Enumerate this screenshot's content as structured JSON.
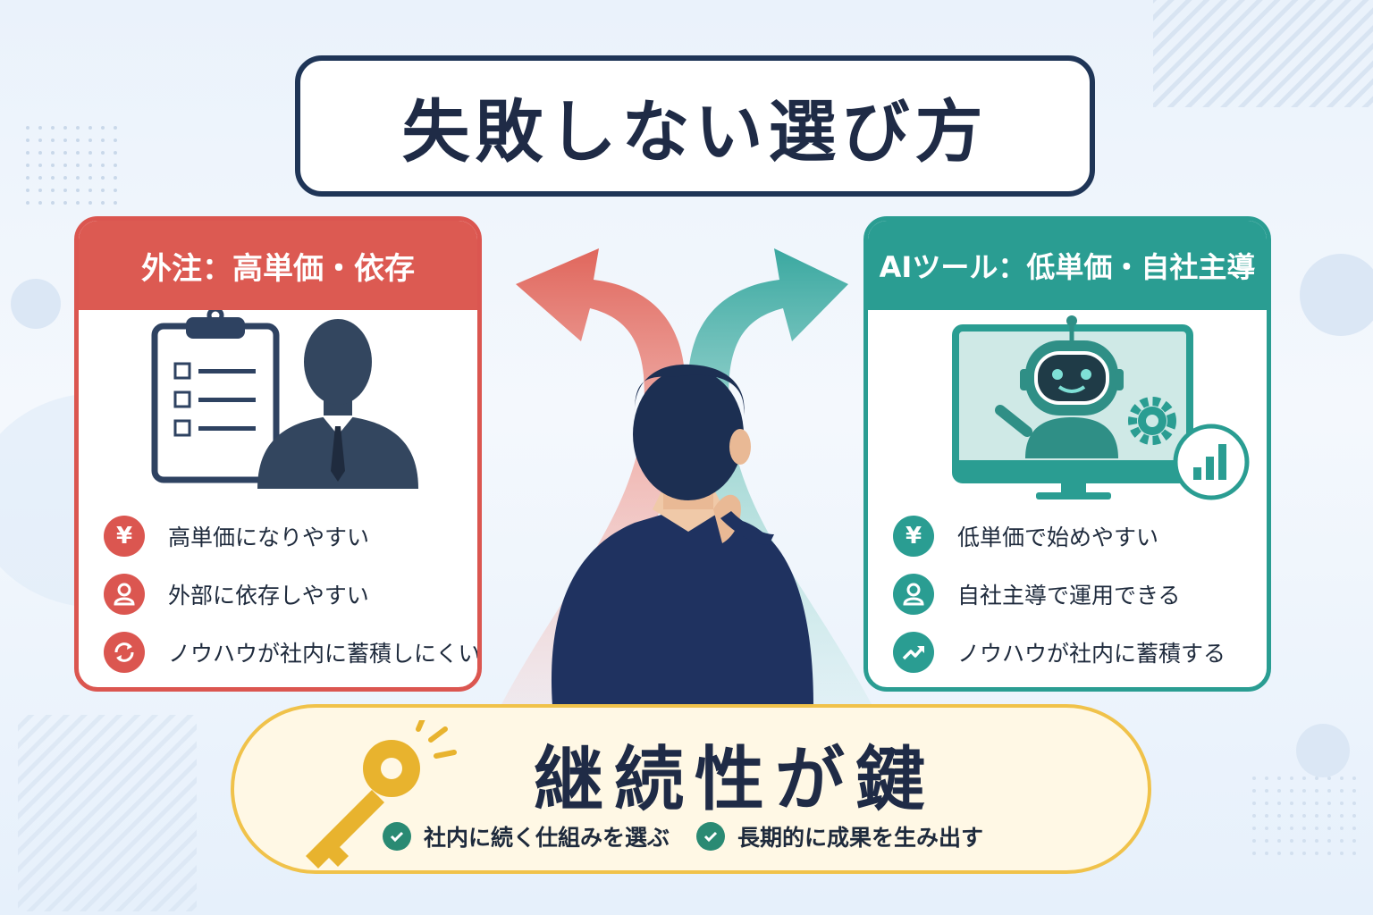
{
  "title": "失敗しない選び方",
  "left_card": {
    "header": "外注：高単価・依存",
    "items": [
      {
        "icon": "yen-icon",
        "text": "高単価になりやすい"
      },
      {
        "icon": "person-icon",
        "text": "外部に依存しやすい"
      },
      {
        "icon": "refresh-icon",
        "text": "ノウハウが社内に蓄積しにくい"
      }
    ],
    "illustration": [
      "clipboard-icon",
      "businessman-icon"
    ]
  },
  "right_card": {
    "header": "AIツール：低単価・自社主導",
    "items": [
      {
        "icon": "yen-icon",
        "text": "低単価で始めやすい"
      },
      {
        "icon": "person-icon",
        "text": "自社主導で運用できる"
      },
      {
        "icon": "trend-up-icon",
        "text": "ノウハウが社内に蓄積する"
      }
    ],
    "illustration": [
      "monitor-icon",
      "robot-icon",
      "gear-icon",
      "bar-chart-icon"
    ]
  },
  "center": {
    "figure": "thinking-person",
    "arrows": [
      "left-red-arrow",
      "right-teal-arrow"
    ]
  },
  "bottom": {
    "main": "継続性が鍵",
    "points": [
      "社内に続く仕組みを選ぶ",
      "長期的に成果を生み出す"
    ],
    "icon": "key-icon"
  },
  "colors": {
    "red": "#db5650",
    "teal": "#2a9d92",
    "navy": "#1f3557",
    "gold": "#f0c24a"
  },
  "icon_glyphs": {
    "yen": "¥"
  }
}
